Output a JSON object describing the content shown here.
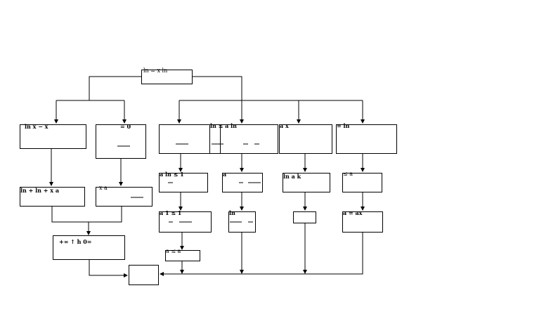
{
  "nodes": {
    "top": {
      "text": "ln = x ln"
    },
    "l1a": {
      "text": "ln x − x"
    },
    "l1b": {
      "text": "= 0"
    },
    "l2a": {
      "text": "ln + ln + x a"
    },
    "l2b": {
      "text": "x a"
    },
    "l3": {
      "text": "+∞ ↑ h 0="
    },
    "r1a": {
      "text": ""
    },
    "r1b": {
      "text": "ln ≤ a ln"
    },
    "r1c": {
      "text": "a x"
    },
    "r1d": {
      "text": "= ln"
    },
    "r2a": {
      "text": "a ln ≤ 1"
    },
    "r2b": {
      "text": "a"
    },
    "r2c": {
      "text": "ln a k"
    },
    "r2d": {
      "text": "≤ a"
    },
    "r3a": {
      "text": "a 1 ≤ 1"
    },
    "r3b": {
      "text": "ln"
    },
    "r3c": {
      "text": ""
    },
    "r3d": {
      "text": "a = ax"
    },
    "r4a": {
      "text": "a ≤ a"
    },
    "fin": {
      "text": ""
    }
  }
}
